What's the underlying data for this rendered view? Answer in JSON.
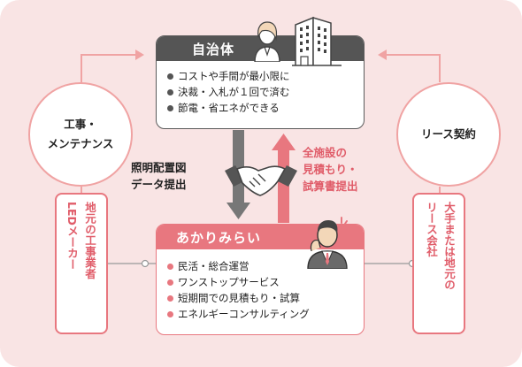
{
  "municipality": {
    "title": "自治体",
    "benefits": [
      "コストや手間が最小限に",
      "決裁・入札が１回で済む",
      "節電・省エネができる"
    ]
  },
  "akari_mirai": {
    "title": "あかりみらい",
    "services": [
      "民活・総合運営",
      "ワンストップサービス",
      "短期間での見積もり・試算",
      "エネルギーコンサルティング"
    ]
  },
  "left_circle": {
    "line1": "工事・",
    "line2": "メンテナンス"
  },
  "right_circle": {
    "line1": "リース契約"
  },
  "local_contractor": {
    "col1": "地元の工事業者",
    "col2": "LEDメーカー"
  },
  "lease_company": {
    "col1": "大手または地元の",
    "col2": "リース会社"
  },
  "flow_down": {
    "line1": "照明配置図",
    "line2": "データ提出"
  },
  "flow_up": {
    "line1": "全施設の",
    "line2": "見積もり・",
    "line3": "試算書提出"
  },
  "colors": {
    "background": "#f9e4e4",
    "accent_pink": "#e8777f",
    "accent_text_pink": "#e05c69",
    "dark_gray": "#555555",
    "circle_border": "#f0a3a3"
  },
  "icons": [
    "building-icon",
    "woman-official-icon",
    "handshake-icon",
    "businessman-icon",
    "arrow-down-icon",
    "arrow-up-icon"
  ]
}
